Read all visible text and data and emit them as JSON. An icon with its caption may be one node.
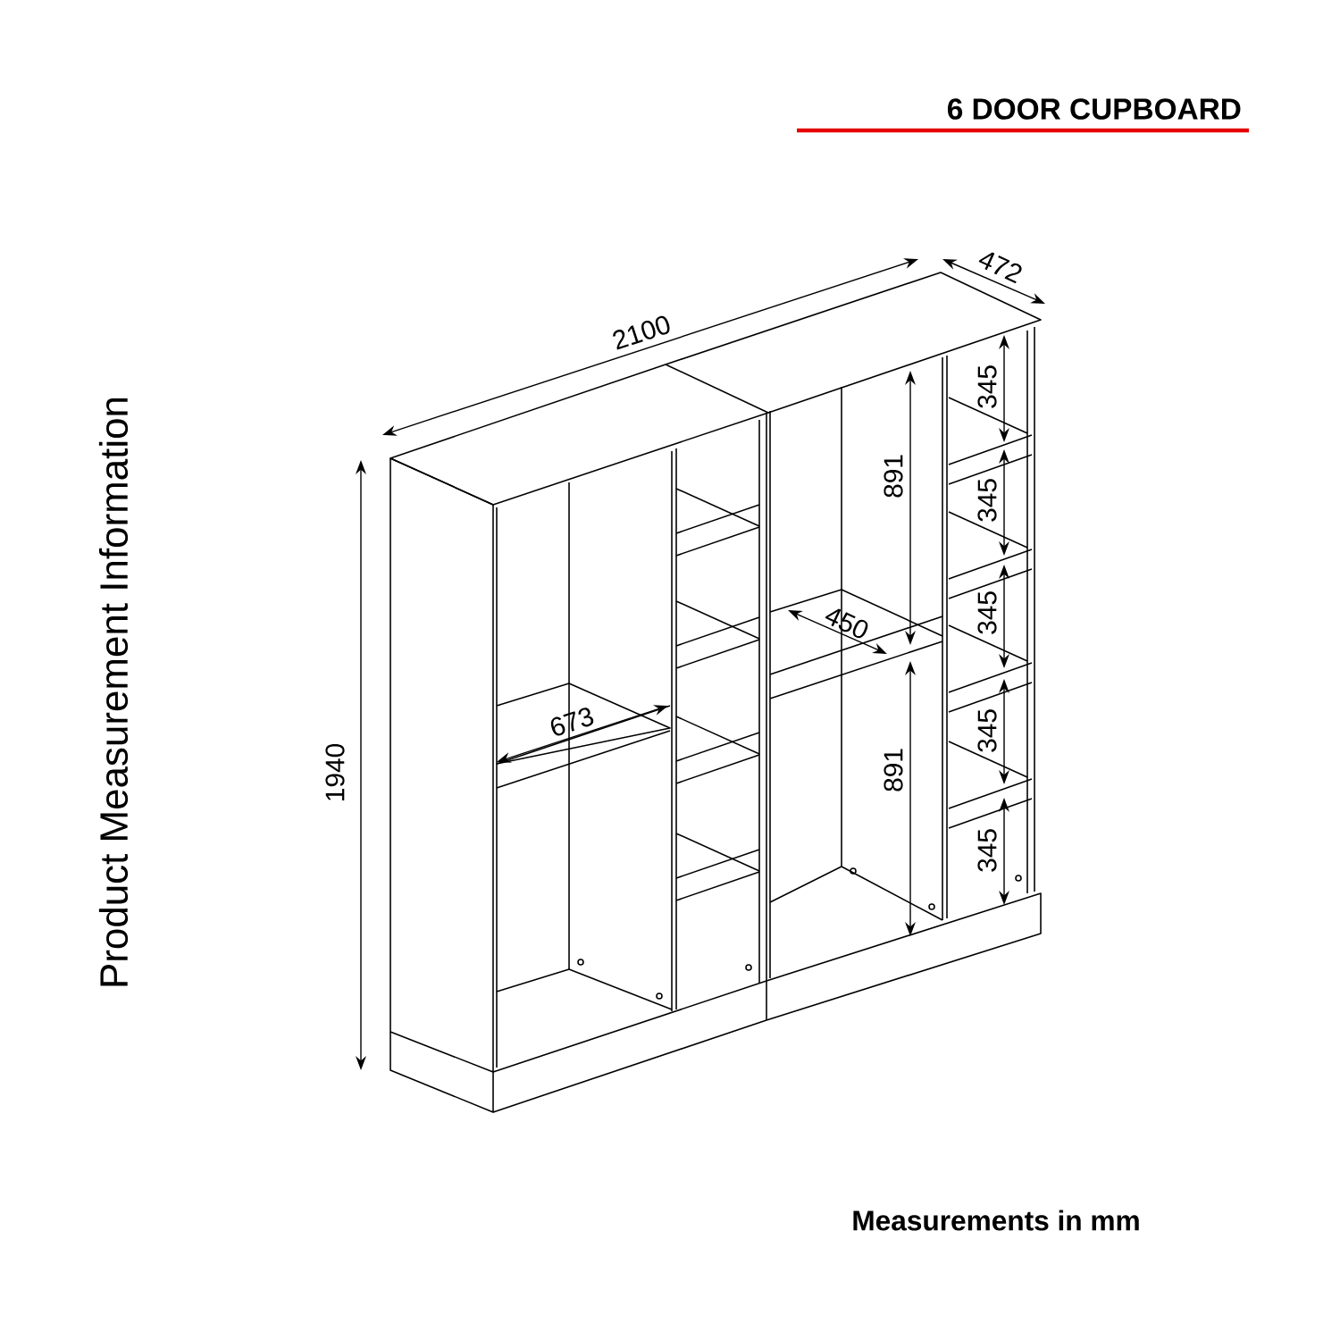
{
  "diagram": {
    "title": "6 DOOR CUPBOARD",
    "caption": "Measurements in mm",
    "labels": [
      "Product Measurement Information",
      "2100",
      "472",
      "1940",
      "673",
      "450",
      "891",
      "891",
      "345",
      "345",
      "345",
      "345",
      "345"
    ]
  }
}
